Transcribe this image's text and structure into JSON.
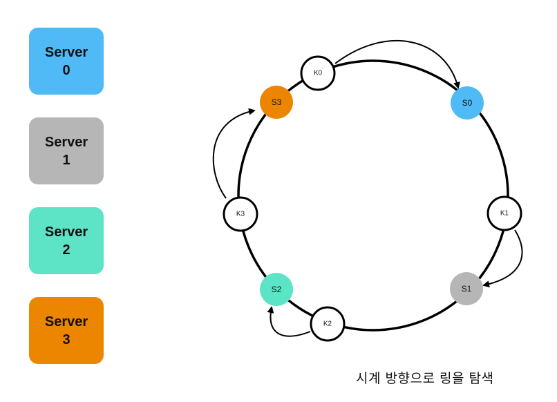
{
  "servers": [
    {
      "line1": "Server",
      "line2": "0",
      "color": "#4fbaf5"
    },
    {
      "line1": "Server",
      "line2": "1",
      "color": "#b6b6b6"
    },
    {
      "line1": "Server",
      "line2": "2",
      "color": "#5de3c6"
    },
    {
      "line1": "Server",
      "line2": "3",
      "color": "#ec8500"
    }
  ],
  "ring": {
    "servers": [
      {
        "id": "s0",
        "label": "S0",
        "color": "#4fbaf5"
      },
      {
        "id": "s1",
        "label": "S1",
        "color": "#b6b6b6"
      },
      {
        "id": "s2",
        "label": "S2",
        "color": "#5de3c6"
      },
      {
        "id": "s3",
        "label": "S3",
        "color": "#ec8500"
      }
    ],
    "keys": [
      {
        "id": "k0",
        "label": "K0"
      },
      {
        "id": "k1",
        "label": "K1"
      },
      {
        "id": "k2",
        "label": "K2"
      },
      {
        "id": "k3",
        "label": "K3"
      }
    ]
  },
  "caption": "시계 방향으로 링을 탐색"
}
